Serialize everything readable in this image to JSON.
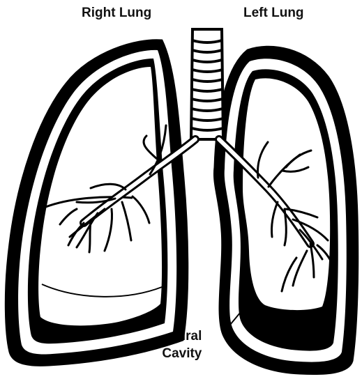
{
  "labels": {
    "right_lung": "Right Lung",
    "left_lung": "Left Lung",
    "pleural_cavity_line1": "Pleural",
    "pleural_cavity_line2": "Cavity"
  },
  "colors": {
    "stroke": "#000000",
    "fill": "#ffffff",
    "text": "#111111"
  }
}
